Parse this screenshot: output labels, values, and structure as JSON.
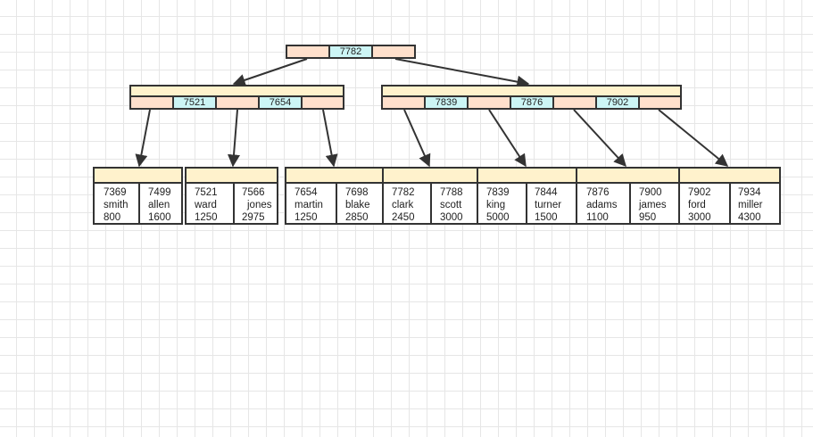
{
  "root": {
    "keys": [
      "7782"
    ]
  },
  "internal": [
    {
      "keys": [
        "7521",
        "7654"
      ]
    },
    {
      "keys": [
        "7839",
        "7876",
        "7902"
      ]
    }
  ],
  "leaves": [
    {
      "records": [
        {
          "empno": "7369",
          "ename": "smith",
          "sal": "800"
        },
        {
          "empno": "7499",
          "ename": "allen",
          "sal": "1600"
        }
      ]
    },
    {
      "records": [
        {
          "empno": "7521",
          "ename": "ward",
          "sal": "1250"
        },
        {
          "empno": "7566",
          "ename": "jones",
          "sal": "2975"
        }
      ]
    },
    {
      "records": [
        {
          "empno": "7654",
          "ename": "martin",
          "sal": "1250"
        },
        {
          "empno": "7698",
          "ename": "blake",
          "sal": "2850"
        }
      ]
    },
    {
      "records": [
        {
          "empno": "7782",
          "ename": "clark",
          "sal": "2450"
        },
        {
          "empno": "7788",
          "ename": "scott",
          "sal": "3000"
        }
      ]
    },
    {
      "records": [
        {
          "empno": "7839",
          "ename": "king",
          "sal": "5000"
        },
        {
          "empno": "7844",
          "ename": "turner",
          "sal": "1500"
        }
      ]
    },
    {
      "records": [
        {
          "empno": "7876",
          "ename": "adams",
          "sal": "1100"
        },
        {
          "empno": "7900",
          "ename": "james",
          "sal": "950"
        }
      ]
    },
    {
      "records": [
        {
          "empno": "7902",
          "ename": "ford",
          "sal": "3000"
        },
        {
          "empno": "7934",
          "ename": "miller",
          "sal": "4300"
        }
      ]
    }
  ],
  "colors": {
    "key_cell": "#ccf5f5",
    "pointer_cell": "#ffe0cc",
    "header_bar": "#fff2cc",
    "stroke": "#333333",
    "grid": "#e6e6e6"
  }
}
